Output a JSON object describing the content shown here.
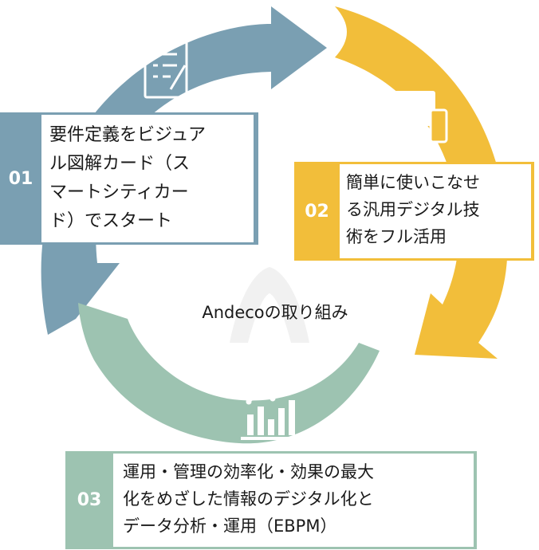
{
  "center_title": "Andecoの取り組み",
  "steps": [
    {
      "number": "01",
      "lines": [
        "要件定義をビジュア",
        "ル図解カード（ス",
        "マートシティカー",
        "ド）でスタート"
      ],
      "icon": "document-checklist-icon",
      "color": "#7a9fb2"
    },
    {
      "number": "02",
      "lines": [
        "簡単に使いこなせ",
        "る汎用デジタル技",
        "術をフル活用"
      ],
      "icon": "desktop-and-phone-icon",
      "color": "#f2be3a"
    },
    {
      "number": "03",
      "lines": [
        "運用・管理の効率化・効果の最大",
        "化をめざした情報のデジタル化と",
        "データ分析・運用（EBPM）"
      ],
      "icon": "bar-chart-analytics-icon",
      "color": "#9dc3b1"
    }
  ]
}
